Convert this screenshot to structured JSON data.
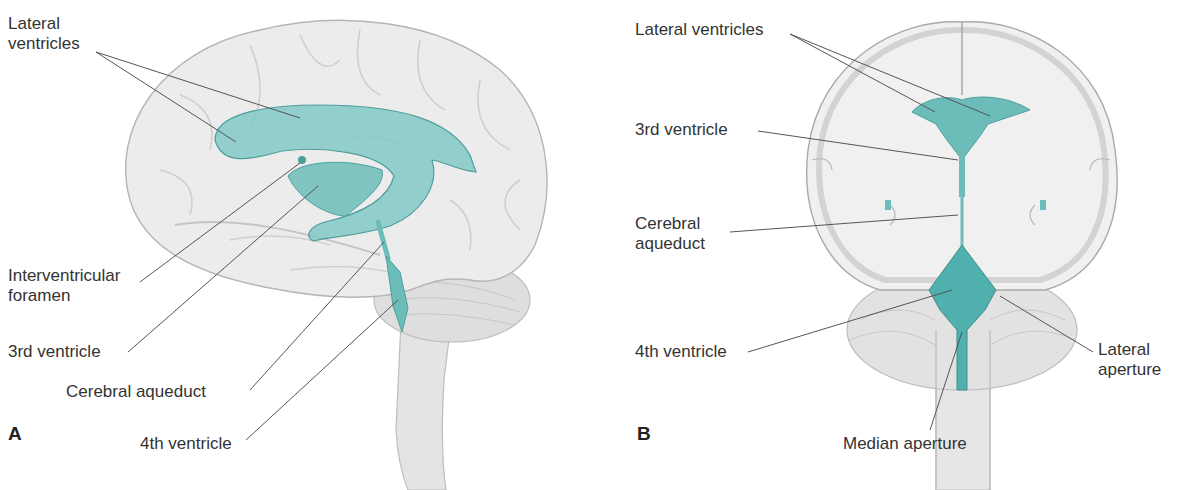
{
  "diagram": {
    "labels": [
      "Lateral ventricles",
      "Interventricular foramen",
      "3rd ventricle",
      "Cerebral aqueduct",
      "4th ventricle",
      "A",
      "Lateral ventricles",
      "3rd ventricle",
      "Cerebral aqueduct",
      "4th ventricle",
      "Lateral aperture",
      "Median aperture",
      "B"
    ]
  }
}
